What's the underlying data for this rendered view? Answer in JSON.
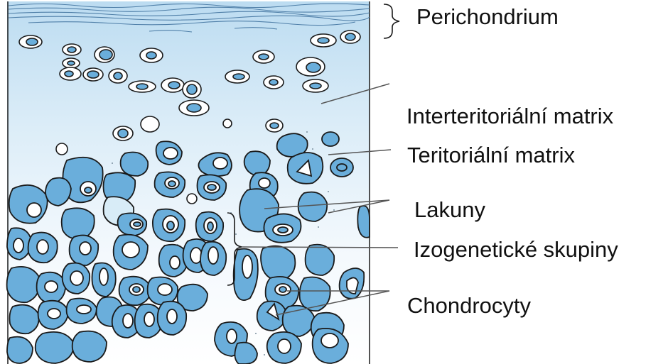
{
  "labels": {
    "perichondrium": "Perichondrium",
    "interterritorial_matrix": "Interteritoriální matrix",
    "territorial_matrix": "Teritoriální matrix",
    "lacunae": "Lakuny",
    "isogenous_groups": "Izogenetické skupiny",
    "chondrocytes": "Chondrocyty"
  },
  "colors": {
    "matrix_top": "#cfe6f5",
    "matrix_bottom": "#ffffff",
    "lacuna_fill": "#6aaedb",
    "cell_fill": "#ffffff",
    "outline": "#1a1a1a",
    "leader_line": "#555555"
  }
}
